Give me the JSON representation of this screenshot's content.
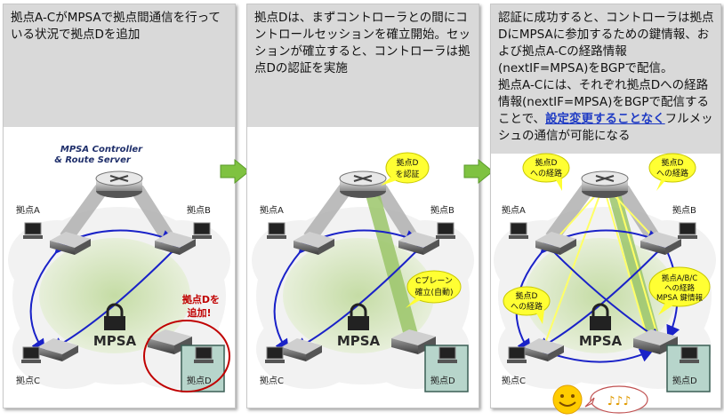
{
  "panels": [
    {
      "caption": "拠点A-CがMPSAで拠点間通信を行っている状況で拠点Dを追加",
      "controller_label_1": "MPSA Controller",
      "controller_label_2": "& Route Server",
      "site_a": "拠点A",
      "site_b": "拠点B",
      "site_c": "拠点C",
      "site_d": "拠点D",
      "cloud": "MPSA",
      "callout_1": "拠点Dを",
      "callout_2": "追加!"
    },
    {
      "caption": "拠点Dは、まずコントローラとの間にコントロールセッションを確立開始。セッションが確立すると、コントローラは拠点Dの認証を実施",
      "site_a": "拠点A",
      "site_b": "拠点B",
      "site_c": "拠点C",
      "site_d": "拠点D",
      "cloud": "MPSA",
      "bubble_auth_1": "拠点D",
      "bubble_auth_2": "を認証",
      "bubble_cplane_1": "Cプレーン",
      "bubble_cplane_2": "確立(自動)"
    },
    {
      "caption_p1": "認証に成功すると、コントローラは拠点DにMPSAに参加するための鍵情報、および拠点A-Cの経路情報(nextIF=MPSA)をBGPで配信。",
      "caption_p2_a": "拠点A-Cには、それぞれ拠点Dへの経路情報(nextIF=MPSA)をBGPで配信することで、",
      "caption_p2_hl": "設定変更することなく",
      "caption_p2_b": "フルメッシュの通信が可能になる",
      "site_a": "拠点A",
      "site_b": "拠点B",
      "site_c": "拠点C",
      "site_d": "拠点D",
      "cloud": "MPSA",
      "bubble_route_tl_1": "拠点D",
      "bubble_route_tl_2": "への経路",
      "bubble_route_tr_1": "拠点D",
      "bubble_route_tr_2": "への経路",
      "bubble_route_l_1": "拠点D",
      "bubble_route_l_2": "への経路",
      "bubble_route_r_1": "拠点A/B/C",
      "bubble_route_r_2": "への経路",
      "bubble_route_r_3": "MPSA 鍵情報",
      "music": "♪♪♪"
    }
  ],
  "colors": {
    "accent_blue": "#1a22c8",
    "callout_red": "#c00000",
    "bubble_yellow": "#ffff33",
    "route_yellow": "#ffff66",
    "cloud_green": "#c9dcae",
    "arrow_green": "#7fc241"
  }
}
